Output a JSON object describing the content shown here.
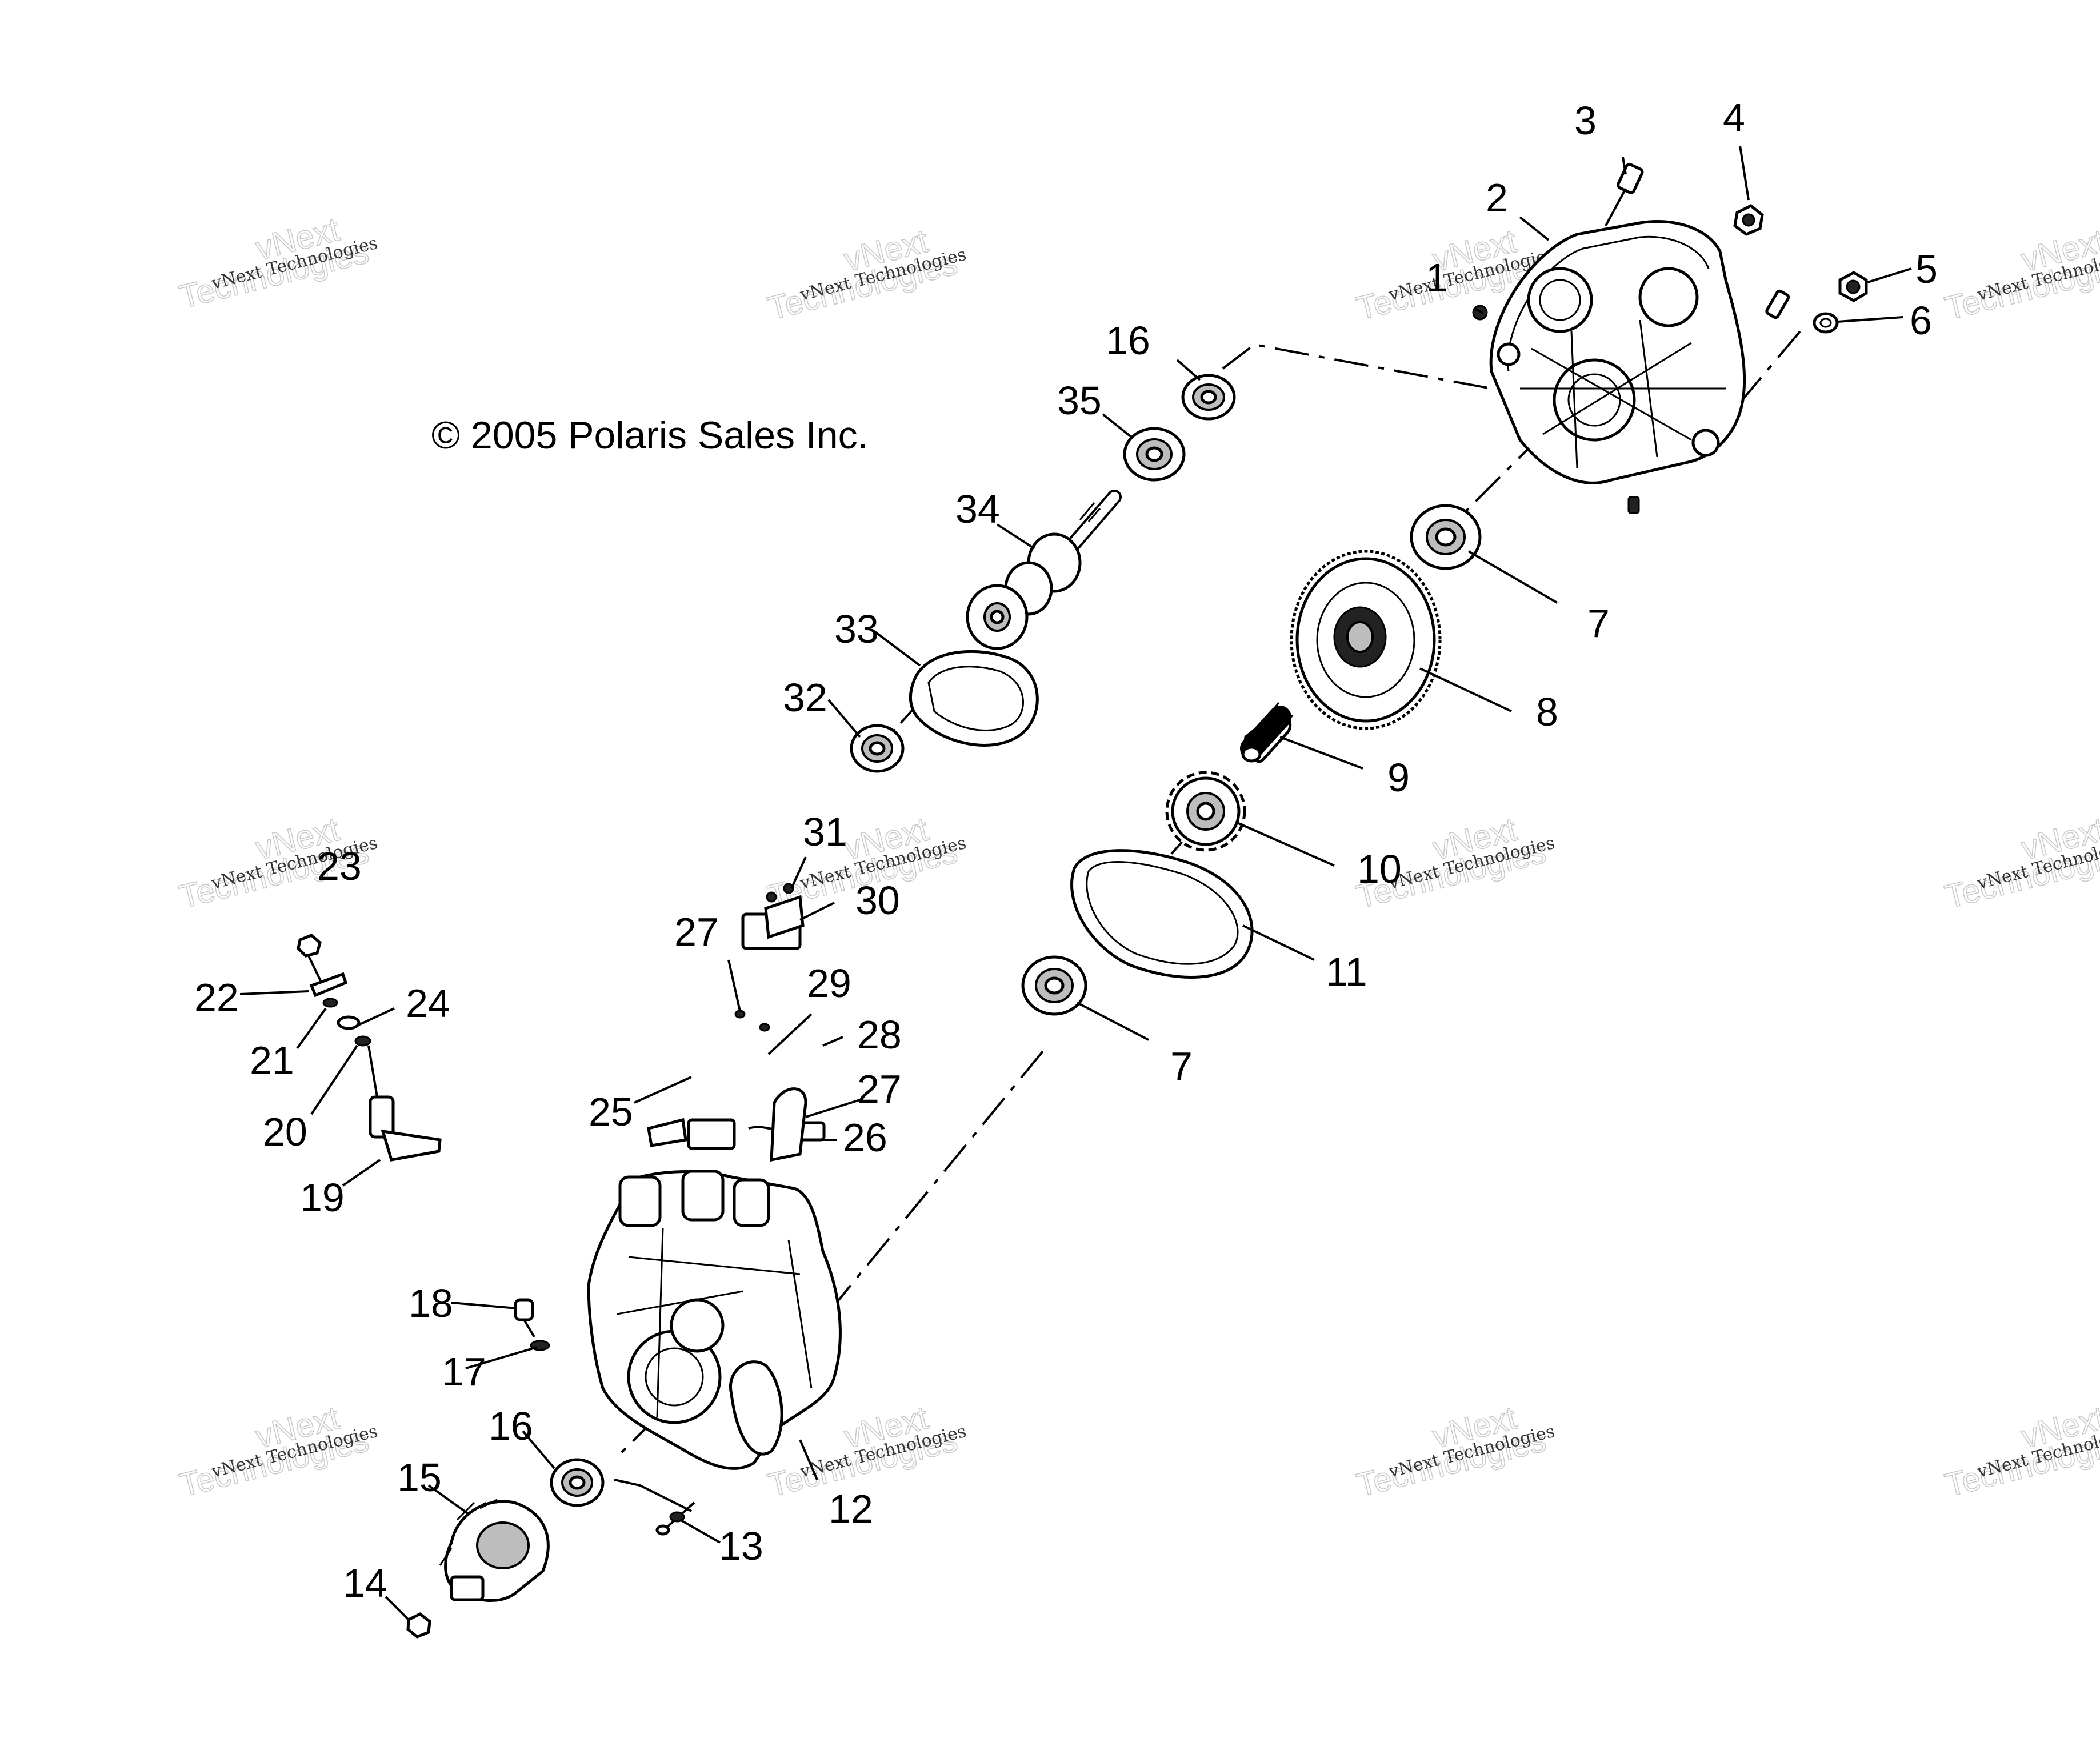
{
  "copyright": "© 2005 Polaris Sales Inc.",
  "watermark": {
    "small": "vNext Technologies",
    "big": "Technologies",
    "top": "vNext"
  },
  "callouts": [
    "1",
    "2",
    "3",
    "4",
    "5",
    "6",
    "7",
    "7",
    "8",
    "9",
    "10",
    "11",
    "12",
    "13",
    "14",
    "15",
    "16",
    "16",
    "17",
    "18",
    "19",
    "20",
    "21",
    "22",
    "23",
    "24",
    "25",
    "26",
    "27",
    "27",
    "28",
    "29",
    "30",
    "31",
    "32",
    "33",
    "34",
    "35"
  ]
}
